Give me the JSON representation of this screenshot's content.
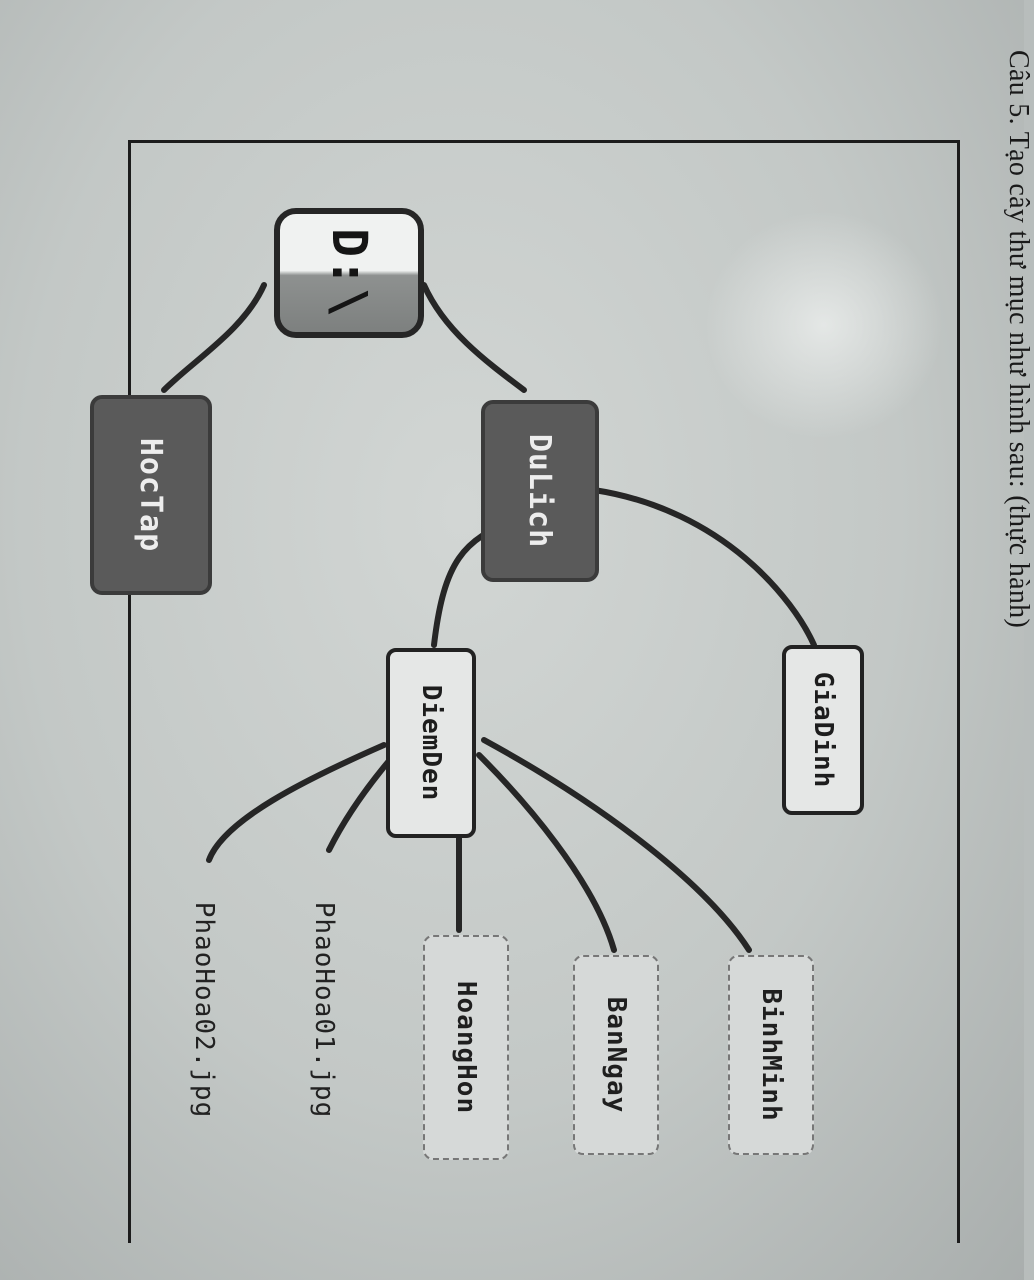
{
  "caption": "Câu 5. Tạo cây thư mục như hình sau: (thực hành)",
  "tree": {
    "root": "D:\\",
    "hoc_tap": "HocTap",
    "du_lich": "DuLich",
    "gia_dinh": "GiaDinh",
    "diem_den": "DiemDen",
    "leaves": {
      "phao_hoa_02": "PhaoHoa02.jpg",
      "phao_hoa_01": "PhaoHoa01.jpg",
      "hoang_hon": "HoangHon",
      "ban_ngay": "BanNgay",
      "binh_minh": "BinhMinh"
    }
  }
}
